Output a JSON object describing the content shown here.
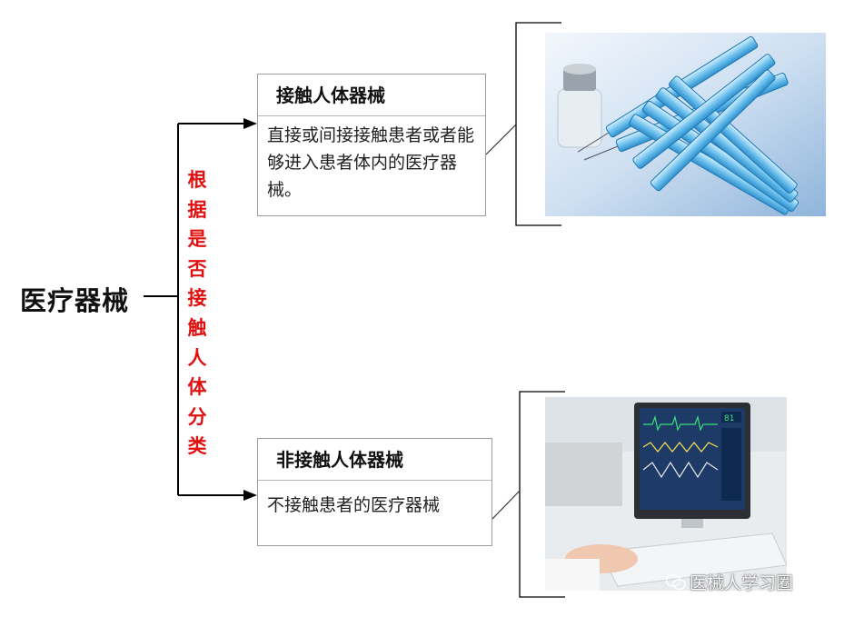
{
  "root": {
    "label": "医疗器械"
  },
  "classification": {
    "chars": [
      "根",
      "据",
      "是",
      "否",
      "接",
      "触",
      "人",
      "体",
      "分",
      "类"
    ]
  },
  "branches": [
    {
      "title": "接触人体器械",
      "description": "直接或间接接触患者或者能够进入患者体内的医疗器械。"
    },
    {
      "title": "非接触人体器械",
      "description": "不接触患者的医疗器械"
    }
  ],
  "watermark": {
    "text": "医械人学习圈",
    "icon": "wechat-icon"
  },
  "images": [
    {
      "subject": "syringes-and-vial",
      "icon": "syringe-photo"
    },
    {
      "subject": "patient-monitor",
      "icon": "monitor-photo"
    }
  ],
  "monitor": {
    "readout": "81"
  },
  "colors": {
    "accent": "#e0100f",
    "line": "#000000",
    "box_border": "#9c9c9c"
  }
}
